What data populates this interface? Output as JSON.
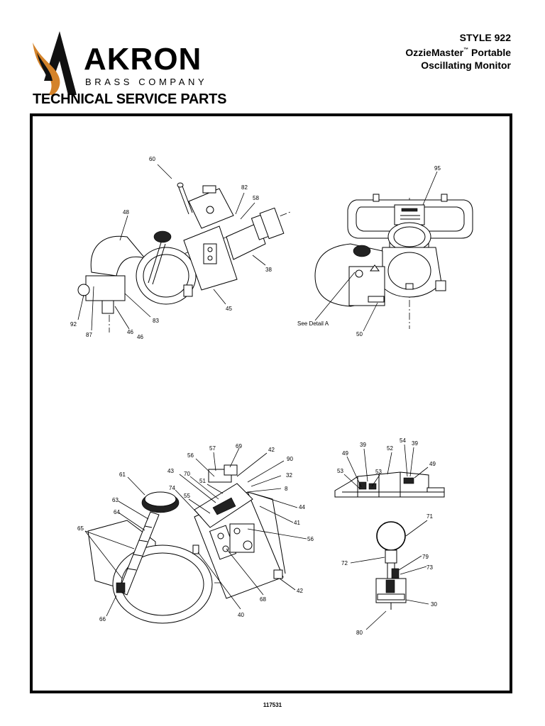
{
  "brand": {
    "name": "AKRON",
    "sub": "BRASS COMPANY",
    "section": "TECHNICAL SERVICE PARTS"
  },
  "product": {
    "style": "STYLE 922",
    "name_prefix": "OzzieMaster",
    "tm": "™",
    "name_suffix": " Portable",
    "line3": "Oscillating Monitor"
  },
  "diagram": {
    "views": [
      {
        "id": "side-view",
        "callouts": [
          "60",
          "82",
          "58",
          "48",
          "38",
          "92",
          "87",
          "46",
          "46",
          "83",
          "45"
        ]
      },
      {
        "id": "top-view",
        "callouts": [
          "95",
          "See Detail A",
          "50"
        ]
      },
      {
        "id": "cutaway-view",
        "callouts": [
          "57",
          "69",
          "42",
          "90",
          "56",
          "32",
          "61",
          "43",
          "70",
          "51",
          "8",
          "74",
          "55",
          "44",
          "63",
          "41",
          "64",
          "56",
          "65",
          "68",
          "40",
          "42",
          "66"
        ]
      },
      {
        "id": "seal-detail",
        "callouts": [
          "39",
          "54",
          "39",
          "49",
          "52",
          "53",
          "49",
          "53"
        ]
      },
      {
        "id": "pin-detail",
        "callouts": [
          "71",
          "72",
          "79",
          "73",
          "30",
          "80"
        ]
      }
    ]
  },
  "footer": {
    "doc_number": "117531"
  }
}
